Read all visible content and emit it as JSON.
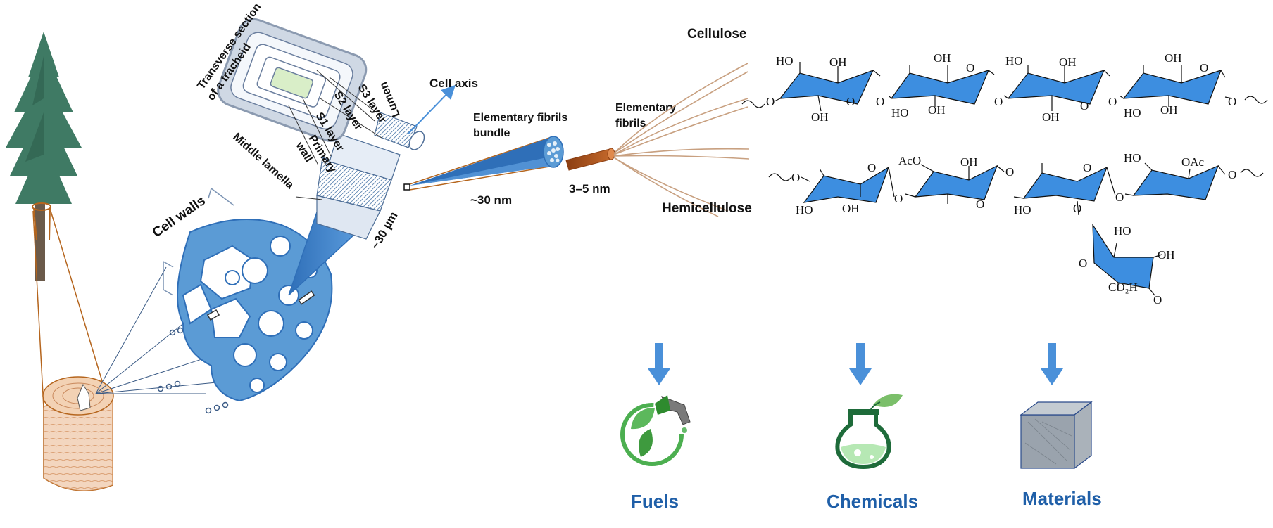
{
  "labels": {
    "cellulose": "Cellulose",
    "hemicellulose": "Hemicellulose",
    "transverse_line1": "Transverse  section",
    "transverse_line2": "of a tracheid",
    "lumen": "Lumen",
    "s3": "S3 layer",
    "s2": "S2 layer",
    "s1": "S1 layer",
    "primary_line1": "Primary",
    "primary_line2": "wall",
    "middle_lamella": "Middle lamella",
    "cell_axis": "Cell axis",
    "cell_walls": "Cell walls",
    "size_30um": "~30 µm",
    "bundle_line1": "Elementary fibrils",
    "bundle_line2": "bundle",
    "size_30nm": "~30 nm",
    "fibrils_line1": "Elementary",
    "fibrils_line2": "fibrils",
    "size_3_5nm": "3–5  nm"
  },
  "chem": {
    "OH": "OH",
    "HO": "HO",
    "O": "O",
    "AcO": "AcO",
    "OAc": "OAc",
    "CO2H": "CO₂H"
  },
  "outputs": [
    {
      "label": "Fuels",
      "icon": "fuel-nozzle-leaf-icon"
    },
    {
      "label": "Chemicals",
      "icon": "flask-leaf-icon"
    },
    {
      "label": "Materials",
      "icon": "cube-material-icon"
    }
  ],
  "colors": {
    "ring_blue": "#4a90d9",
    "output_text": "#1f5fa8",
    "arrow_blue": "#4a90d9",
    "fiber_brown": "#a0522d",
    "tree_green": "#3f7a64"
  }
}
